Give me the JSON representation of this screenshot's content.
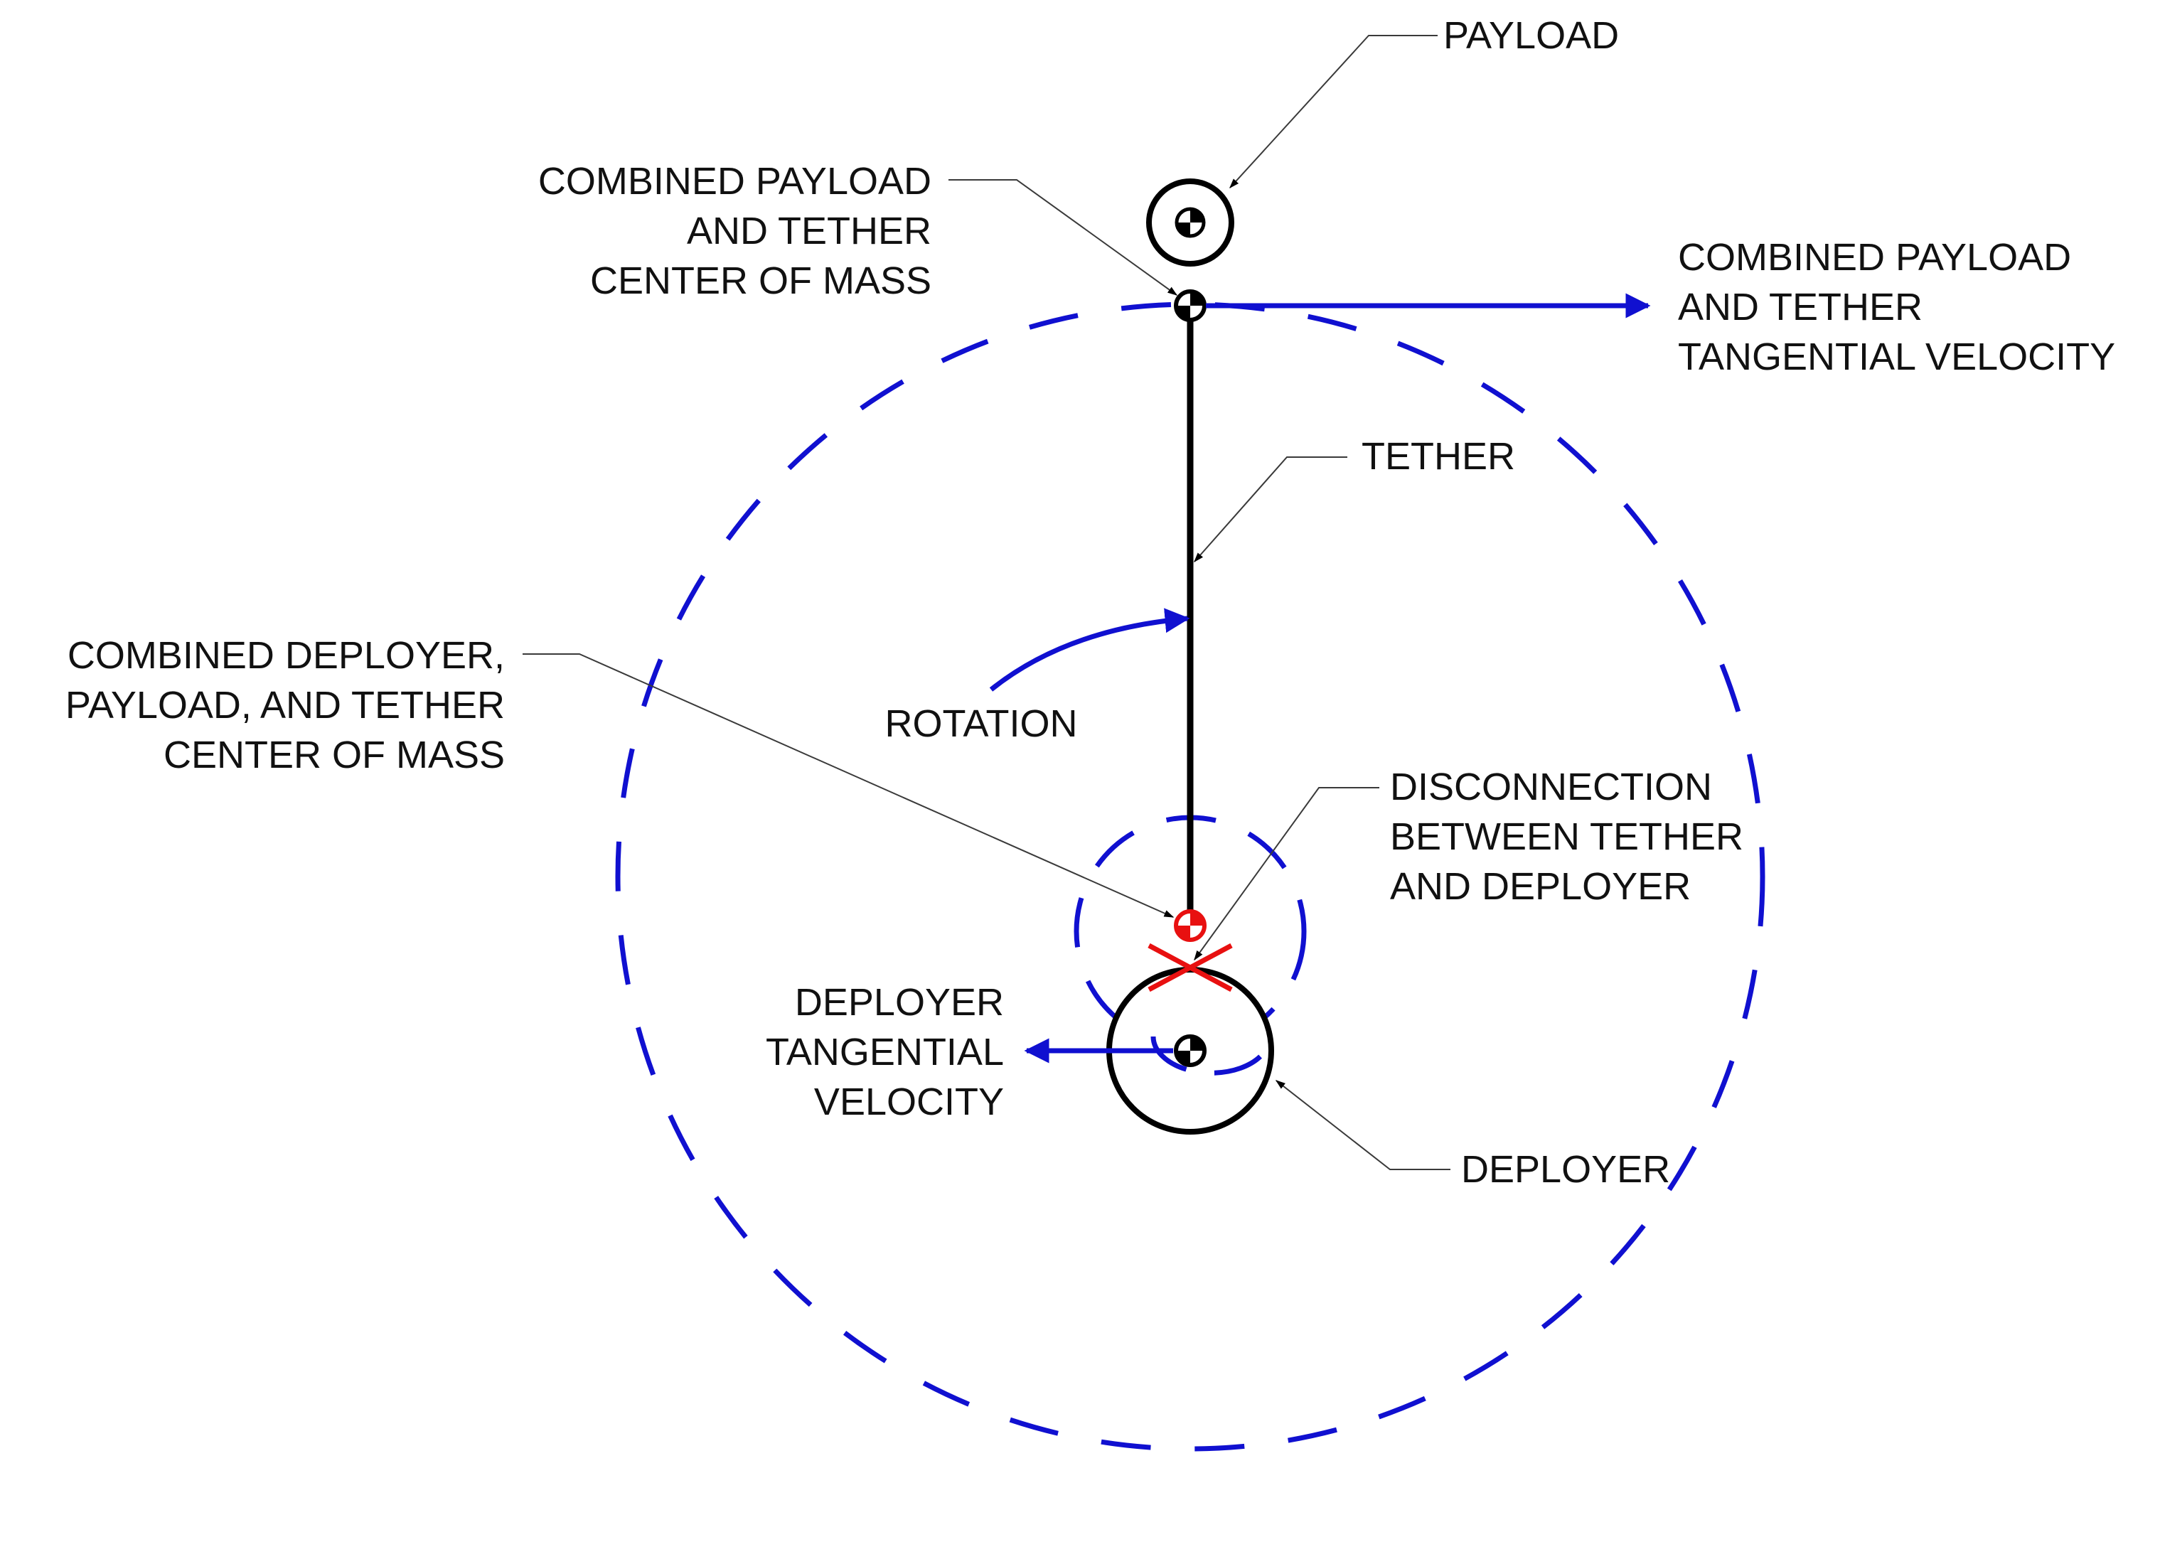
{
  "labels": {
    "payload": "PAYLOAD",
    "combined_payload_tether_com": [
      "COMBINED PAYLOAD",
      "AND TETHER",
      "CENTER OF MASS"
    ],
    "combined_payload_tether_velocity": [
      "COMBINED PAYLOAD",
      "AND TETHER",
      "TANGENTIAL VELOCITY"
    ],
    "tether": "TETHER",
    "combined_deployer_com": [
      "COMBINED DEPLOYER,",
      "PAYLOAD, AND TETHER",
      "CENTER OF MASS"
    ],
    "rotation": "ROTATION",
    "disconnection": [
      "DISCONNECTION",
      "BETWEEN TETHER",
      "AND DEPLOYER"
    ],
    "deployer_velocity": [
      "DEPLOYER",
      "TANGENTIAL",
      "VELOCITY"
    ],
    "deployer": "DEPLOYER"
  },
  "colors": {
    "orbit": "#1010d0",
    "velocity_arrow": "#1010d0",
    "disconnection": "#e81010",
    "outline": "#000000"
  }
}
